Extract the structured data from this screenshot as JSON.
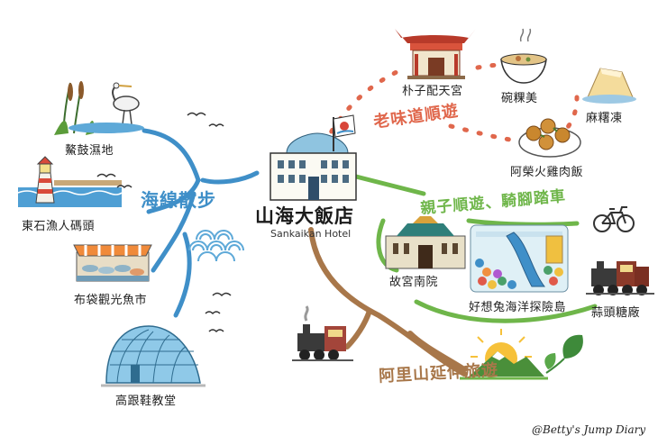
{
  "hub": {
    "name": "山海大飯店",
    "subtitle": "Sankaikan Hotel"
  },
  "routes": {
    "sea": {
      "label": "海線散步",
      "color": "#3f8fc8"
    },
    "old_taste": {
      "label": "老味道順遊",
      "color": "#e0674c"
    },
    "family": {
      "label": "親子順遊、騎腳踏車",
      "color": "#6fb64a"
    },
    "alishan": {
      "label": "阿里山延伸旅遊",
      "color": "#a8774a"
    }
  },
  "spots": {
    "wetland": "鰲鼓濕地",
    "fish_wharf": "東石漁人碼頭",
    "fish_market": "布袋觀光魚市",
    "church": "高跟鞋教堂",
    "temple": "朴子配天宮",
    "wagui": "碗粿美",
    "jelly": "麻糬凍",
    "chicken_rice": "阿榮火雞肉飯",
    "museum": "故宮南院",
    "ocean_island": "好想兔海洋探險島",
    "sugar_factory": "蒜頭糖廠"
  },
  "credit": "@Betty's Jump Diary",
  "icons": [
    "egret-icon",
    "lighthouse-icon",
    "fish-stall-icon",
    "glass-church-icon",
    "temple-icon",
    "bowl-icon",
    "pudding-icon",
    "meatball-icon",
    "hotel-icon",
    "flag-icon",
    "museum-icon",
    "playground-icon",
    "bicycle-icon",
    "train-icon",
    "mountain-sun-icon",
    "tea-leaf-icon",
    "wave-icon",
    "bird-icon"
  ]
}
